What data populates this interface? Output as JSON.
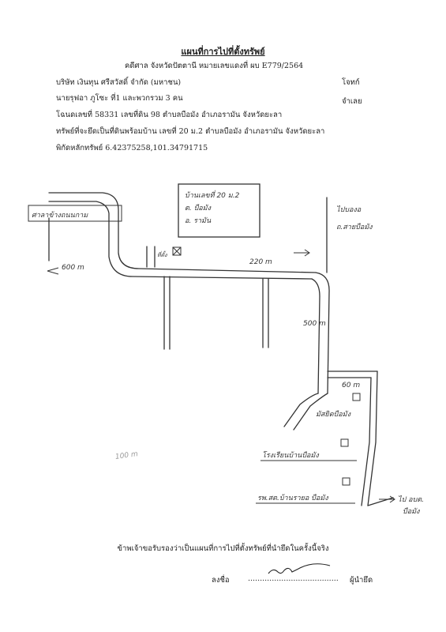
{
  "doc": {
    "title": "แผนที่การไปที่ตั้งทรัพย์",
    "case_line": "คดีศาล จังหวัดปัตตานี หมายเลขแดงที่ ผบ E779/2564",
    "plaintiff": "บริษัท เงินทุน ศรีสวัสดิ์ จำกัด (มหาชน)",
    "plaintiff_role": "โจทก์",
    "defendant": "นายรุฟอา ภูโซะ ที่1 และพวกรวม 3 คน",
    "defendant_role": "จำเลย",
    "deed": "โฉนดเลขที่ 58331  เลขที่ดิน 98  ตำบลบือมัง  อำเภอรามัน  จังหวัดยะลา",
    "property": "ทรัพย์ที่จะยึดเป็นที่ดินพร้อมบ้าน เลขที่ 20 ม.2 ตำบลบือมัง อำเภอรามัน จังหวัดยะลา",
    "coords": "พิกัดหลักทรัพย์  6.42375258,101.34791715"
  },
  "map": {
    "left_place": "ศาลาข้างถนนกาม",
    "house_box": [
      "บ้านเลขที่ 20 ม.2",
      "ต. บือมัง",
      "อ. รามัน"
    ],
    "right_top": [
      "ไปบองอ",
      "ถ.สายบือมัง"
    ],
    "dist_600": "600 m",
    "dist_220": "220 m",
    "dist_500": "500 m",
    "dist_60": "60 m",
    "small_label": "ที่ตั้ง",
    "place_1": "มัสยิดบือมัง",
    "place_2": "โรงเรียนบ้านบือมัง",
    "place_3": "รพ.สต.บ้านรายอ บือมัง",
    "right_bottom": [
      "ไป อบต.",
      "บือมัง"
    ],
    "stray": "100 m"
  },
  "footer": {
    "statement": "ข้าพเจ้าขอรับรองว่าเป็นแผนที่การไปที่ตั้งทรัพย์ที่นำยึดในครั้งนี้จริง",
    "sign_label": "ลงชื่อ",
    "dots": "......................................",
    "role": "ผู้นำยึด"
  }
}
